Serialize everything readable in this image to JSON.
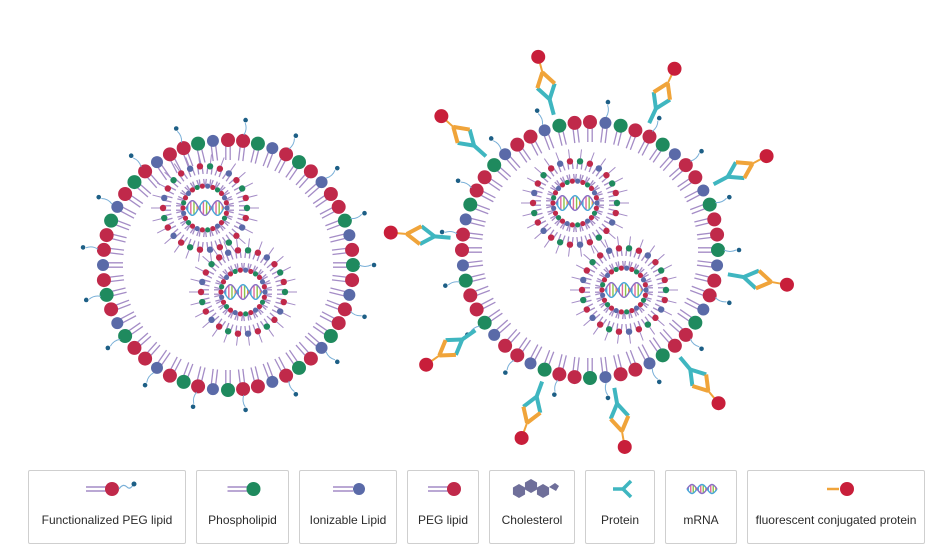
{
  "colors": {
    "peg_red": "#c0294a",
    "phospho_green": "#1f8a5e",
    "ionizable_blue": "#5a6aa8",
    "tail_purple": "#a48cc6",
    "protein_cyan": "#3fb6c0",
    "protein_orange": "#f0a43a",
    "fluor_red": "#c81e3a",
    "cholesterol": "#6f6f9a",
    "mrna_strand": "#4aa6d8",
    "legend_border": "#cfcfcf"
  },
  "legend": [
    {
      "label": "Functionalized PEG lipid",
      "icon": "functionalized-peg-lipid-icon"
    },
    {
      "label": "Phospholipid",
      "icon": "phospholipid-icon"
    },
    {
      "label": "Ionizable Lipid",
      "icon": "ionizable-lipid-icon"
    },
    {
      "label": "PEG lipid",
      "icon": "peg-lipid-icon"
    },
    {
      "label": "Cholesterol",
      "icon": "cholesterol-icon"
    },
    {
      "label": "Protein",
      "icon": "protein-icon"
    },
    {
      "label": "mRNA",
      "icon": "mrna-icon"
    },
    {
      "label": "fluorescent conjugated protein",
      "icon": "fluorescent-conjugated-protein-icon"
    }
  ],
  "particles": [
    {
      "name": "lipid-nanoparticle-unconjugated",
      "inner_vesicles": 2,
      "surface_proteins": 0
    },
    {
      "name": "lipid-nanoparticle-protein-conjugated",
      "inner_vesicles": 2,
      "surface_proteins": 10
    }
  ]
}
